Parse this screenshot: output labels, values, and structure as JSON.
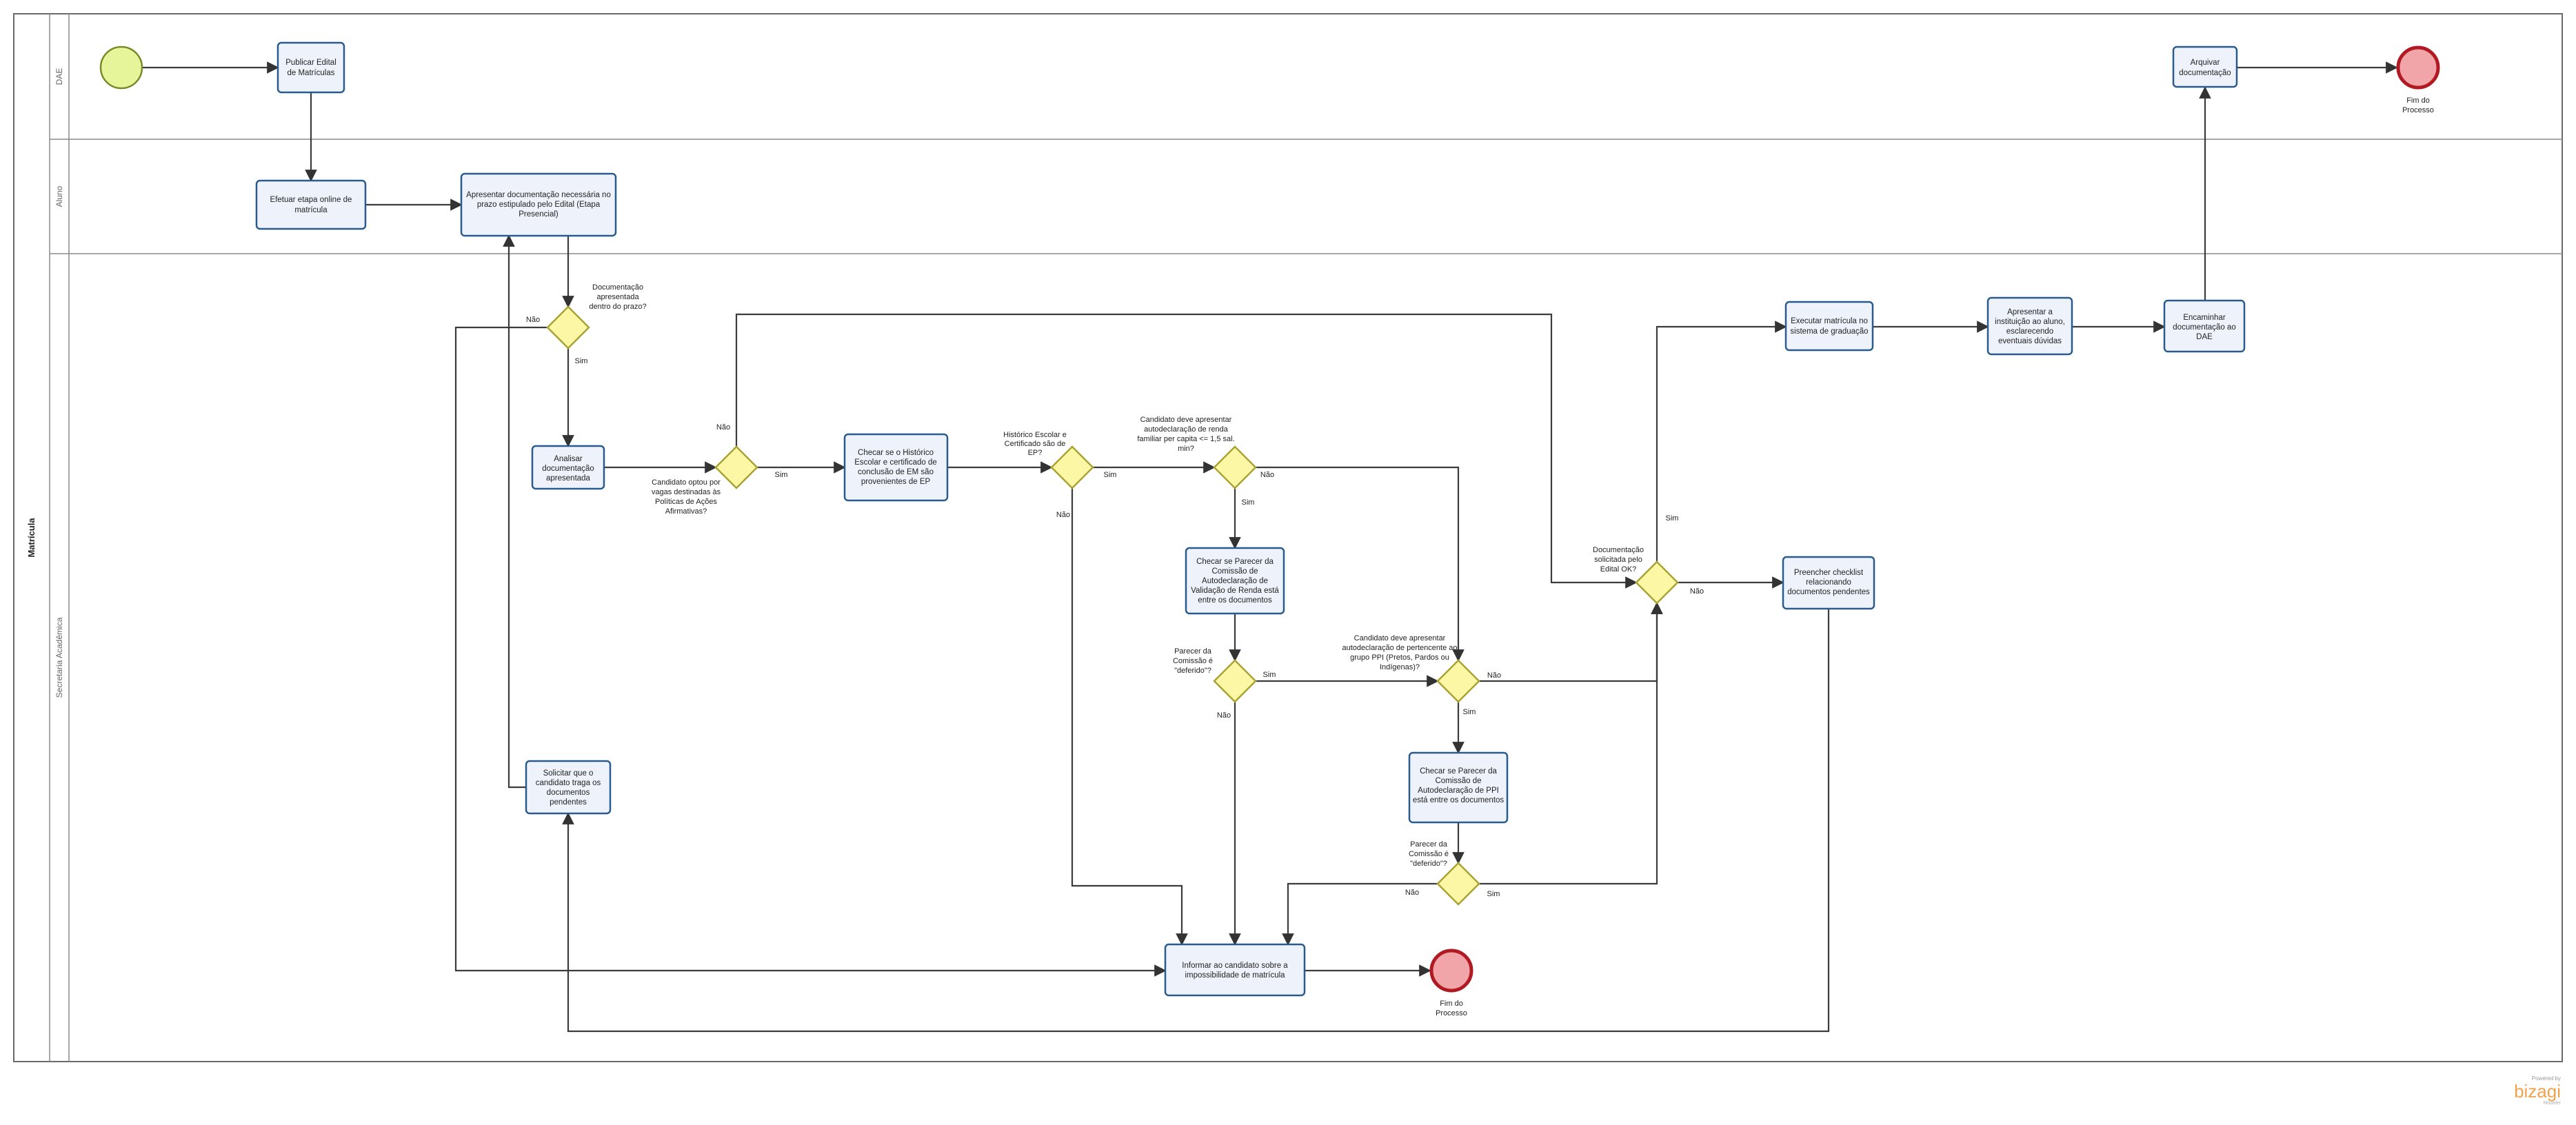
{
  "pool": {
    "name": "Matrícula"
  },
  "lanes": [
    "DAE",
    "Aluno",
    "Secretaria Acadêmica"
  ],
  "tasks": {
    "publicar": [
      "Publicar Edital",
      "de Matrículas"
    ],
    "arquivar": [
      "Arquivar",
      "documentação"
    ],
    "etapa_online": [
      "Efetuar etapa online de",
      "matrícula"
    ],
    "apresentar_doc": [
      "Apresentar documentação necessária no",
      "prazo estipulado pelo Edital (Etapa",
      "Presencial)"
    ],
    "analisar": [
      "Analisar",
      "documentação",
      "apresentada"
    ],
    "solicitar": [
      "Solicitar que o",
      "candidato traga os",
      "documentos",
      "pendentes"
    ],
    "checar_historico": [
      "Checar se o Histórico",
      "Escolar e certificado de",
      "conclusão de EM são",
      "provenientes de EP"
    ],
    "checar_renda": [
      "Checar se Parecer da",
      "Comissão de",
      "Autodeclaração de",
      "Validação de Renda está",
      "entre os documentos"
    ],
    "checar_ppi": [
      "Checar se Parecer da",
      "Comissão de",
      "Autodeclaração de PPI",
      "está entre os documentos"
    ],
    "informar": [
      "Informar ao candidato sobre a",
      "impossibilidade de matrícula"
    ],
    "executar": [
      "Executar matrícula no",
      "sistema de graduação"
    ],
    "apresentar_inst": [
      "Apresentar a",
      "instituição ao aluno,",
      "esclarecendo",
      "eventuais dúvidas"
    ],
    "encaminhar": [
      "Encaminhar",
      "documentação ao",
      "DAE"
    ],
    "checklist": [
      "Preencher checklist",
      "relacionando",
      "documentos pendentes"
    ]
  },
  "gateways": {
    "prazo": [
      "Documentação",
      "apresentada",
      "dentro do prazo?"
    ],
    "acoes": [
      "Candidato optou por",
      "vagas destinadas às",
      "Políticas de Ações",
      "Afirmativas?"
    ],
    "ep": [
      "Histórico Escolar e",
      "Certificado são de",
      "EP?"
    ],
    "renda": [
      "Candidato deve apresentar",
      "autodeclaração de renda",
      "familiar per capita <= 1,5 sal.",
      "min?"
    ],
    "parecer_renda": [
      "Parecer da",
      "Comissão é",
      "\"deferido\"?"
    ],
    "ppi": [
      "Candidato deve apresentar",
      "autodeclaração de pertencente ao",
      "grupo PPI (Pretos, Pardos ou",
      "Indígenas)?"
    ],
    "parecer_ppi": [
      "Parecer da",
      "Comissão é",
      "\"deferido\"?"
    ],
    "doc_ok": [
      "Documentação",
      "solicitada pelo",
      "Edital OK?"
    ]
  },
  "events": {
    "end_label": [
      "Fim do",
      "Processo"
    ]
  },
  "flow_labels": {
    "yes": "Sim",
    "no": "Não"
  },
  "branding": {
    "powered": "Powered by",
    "brand": "bizagi",
    "sub": "Modeler"
  },
  "colors": {
    "task_fill": "#eef3fb",
    "task_stroke": "#2a5b8f",
    "gateway_fill": "#fbf7a4",
    "start_fill": "#e6f59a",
    "end_fill": "#f2a5a8",
    "end_stroke": "#b11a22"
  }
}
